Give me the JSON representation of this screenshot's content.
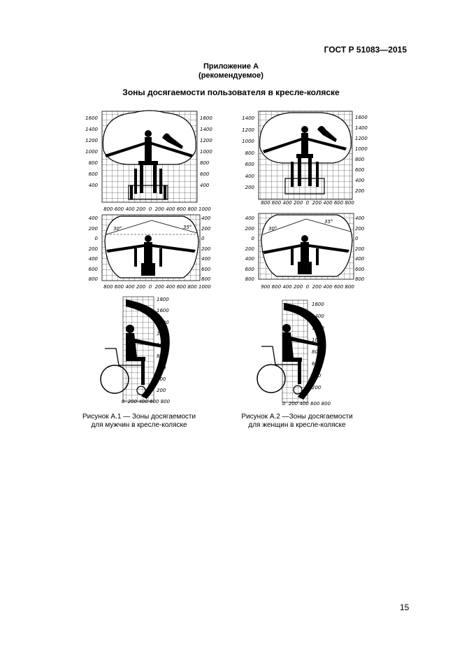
{
  "header": {
    "standard": "ГОСТ Р 51083—2015"
  },
  "appendix": {
    "title": "Приложение А",
    "status": "(рекомендуемое)"
  },
  "section_title": "Зоны досягаемости пользователя в кресле-коляске",
  "figures": {
    "men_front": {
      "left_ticks": [
        "1600",
        "1400",
        "1200",
        "1000",
        "800",
        "600",
        "400"
      ],
      "right_ticks": [
        "1600",
        "1400",
        "1200",
        "1000",
        "800",
        "600",
        "400"
      ],
      "bottom_ticks": "800 600 400 200  0  200 400 600 800 1000"
    },
    "men_top": {
      "left_ticks": [
        "400",
        "200",
        "0",
        "200",
        "400",
        "600",
        "800"
      ],
      "right_ticks": [
        "400",
        "200",
        "0",
        "200",
        "400",
        "600",
        "800"
      ],
      "bottom_ticks": "800 600 400 200  0  200 400 600 800 1000",
      "angle_left": "30°",
      "angle_right": "35°"
    },
    "men_side": {
      "right_ticks": [
        "1800",
        "1600",
        "1400",
        "1200",
        "1000",
        "800",
        "600",
        "400",
        "200"
      ],
      "bottom_ticks": "0  200 400 600 800"
    },
    "women_front": {
      "left_ticks": [
        "1400",
        "1200",
        "1000",
        "800",
        "600",
        "400",
        "200"
      ],
      "right_ticks": [
        "1600",
        "1400",
        "1200",
        "1000",
        "800",
        "600",
        "400",
        "200"
      ],
      "bottom_ticks": "800 600 400 200  0  200 400 600 800"
    },
    "women_top": {
      "left_ticks": [
        "400",
        "200",
        "0",
        "200",
        "400",
        "600",
        "800"
      ],
      "right_ticks": [
        "400",
        "200",
        "0",
        "200",
        "400",
        "600",
        "800"
      ],
      "bottom_ticks": "900 600 400 200  0  200 400 600 800",
      "angle_left": "30°",
      "angle_right": "35°"
    },
    "women_side": {
      "right_ticks": [
        "1600",
        "1400",
        "1200",
        "1000",
        "800",
        "600",
        "400",
        "200"
      ],
      "bottom_ticks": "0  200 400 600 800"
    }
  },
  "captions": {
    "a1_line1": "Рисунок А.1 — Зоны досягаемости",
    "a1_line2": "для мужчин в кресле-коляске",
    "a2_line1": "Рисунок А.2 —Зоны досягаемости",
    "a2_line2": "для женщин в кресле-коляске"
  },
  "page_number": "15"
}
